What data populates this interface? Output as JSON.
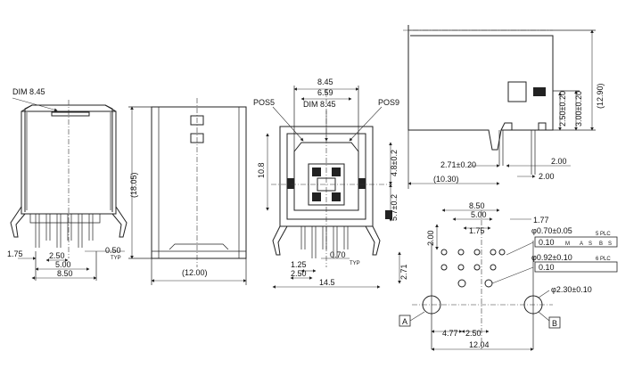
{
  "dims": {
    "dim845_left": "DIM 8.45",
    "d_175": "1.75",
    "d_250": "2.50",
    "d_500": "5.00",
    "d_850": "8.50",
    "d_050": "0.50",
    "d_typ1": "TYP",
    "d_1805": "(18.05)",
    "d_1200": "(12.00)",
    "pos5": "POS5",
    "pos9": "POS9",
    "dim845_mid": "DIM 8.45",
    "d_845": "8.45",
    "d_659": "6.59",
    "d_108": "10.8",
    "d_48": "4.8±0.2",
    "d_57": "5.7±0.2",
    "d_125": "1.25",
    "d_250b": "2.50",
    "d_070": "0.70",
    "d_typ2": "TYP",
    "d_145": "14.5",
    "d_1290": "(12.90)",
    "d_300": "3.00±0.20",
    "d_250c": "2.50±0.20",
    "d_271": "2.71±0.20",
    "d_200a": "2.00",
    "d_200b": "2.00",
    "d_1030": "(10.30)",
    "p_850": "8.50",
    "p_500": "5.00",
    "p_175": "1.75",
    "p_177": "1.77",
    "p_200": "2.00",
    "p_271": "2.71",
    "p_477": "4.77",
    "p_250": "2.50",
    "p_1204": "12.04",
    "h1": "φ0.70±0.05",
    "h1n": "5 PLC",
    "h2": "φ0.92±0.10",
    "h2n": "6 PLC",
    "h3": "φ2.30±0.10",
    "tol1": "0.10",
    "tol2": "0.10",
    "datumA": "A",
    "datumB": "B",
    "fcm": "M",
    "fcA": "A",
    "fcS": "S",
    "fcB": "B",
    "fcS2": "S"
  }
}
